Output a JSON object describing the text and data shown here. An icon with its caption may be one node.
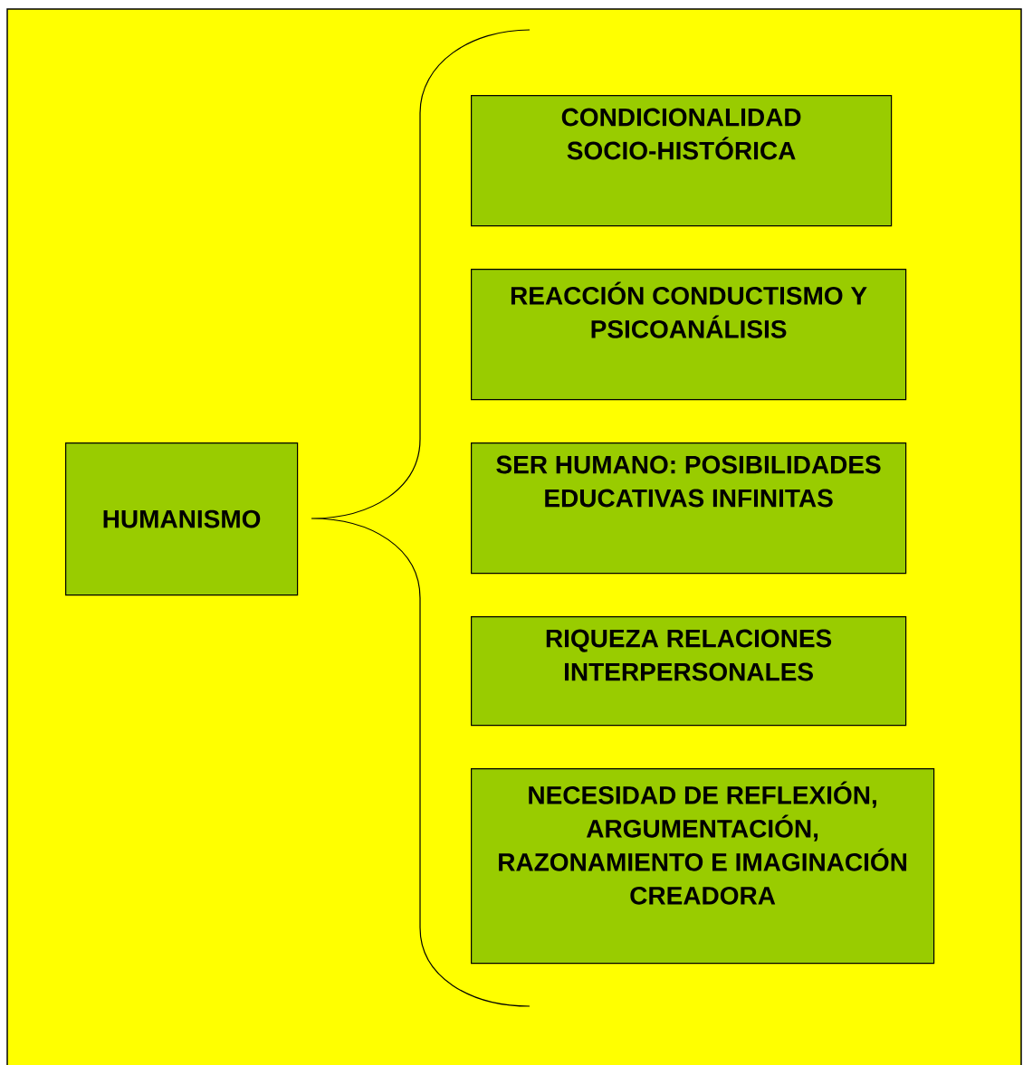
{
  "diagram": {
    "nodes": [
      {
        "text": [
          "HUMANISMO"
        ]
      },
      {
        "text": [
          "CONDICIONALIDAD SOCIO-HISTÓRICA"
        ]
      },
      {
        "text": [
          "REACCIÓN CONDUCTISMO Y PSICOANÁLISIS"
        ]
      },
      {
        "text": [
          "SER HUMANO: POSIBILIDADES EDUCATIVAS INFINITAS"
        ]
      },
      {
        "text": [
          "RIQUEZA RELACIONES INTERPERSONALES"
        ]
      },
      {
        "text": [
          "NECESIDAD DE REFLEXIÓN, ARGUMENTACIÓN, RAZONAMIENTO E IMAGINACIÓN CREADORA"
        ]
      }
    ]
  }
}
